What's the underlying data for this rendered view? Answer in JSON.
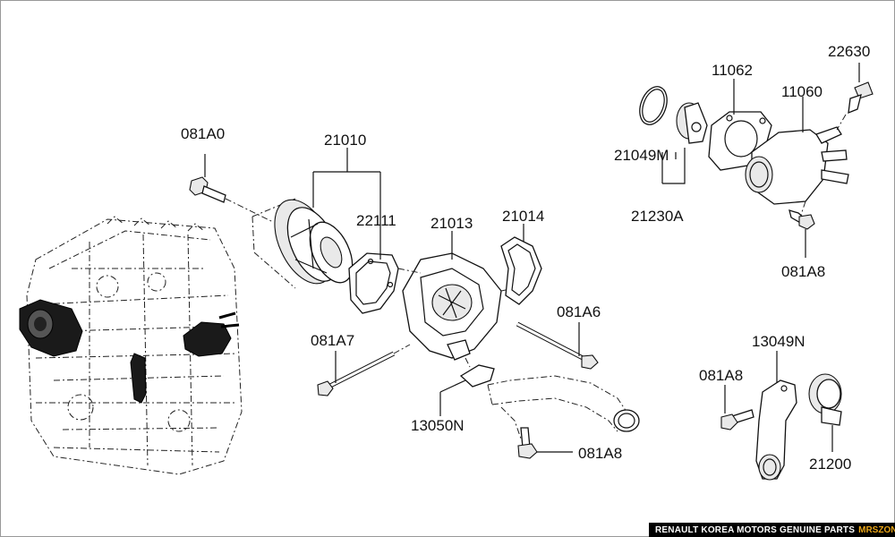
{
  "labels": {
    "081A0": "081A0",
    "21010": "21010",
    "22111": "22111",
    "21013": "21013",
    "21014": "21014",
    "081A6": "081A6",
    "081A7": "081A7",
    "13050N": "13050N",
    "081A8_bottom": "081A8",
    "11062": "11062",
    "22630": "22630",
    "11060": "11060",
    "21049M": "21049M",
    "21230A": "21230A",
    "081A8_right": "081A8",
    "13049N": "13049N",
    "081A8_thermo": "081A8",
    "21200": "21200"
  },
  "footer": {
    "text": "RENAULT KOREA MOTORS GENUINE PARTS",
    "brand": "MRSZONE",
    "accent_color": "#e8a417"
  }
}
